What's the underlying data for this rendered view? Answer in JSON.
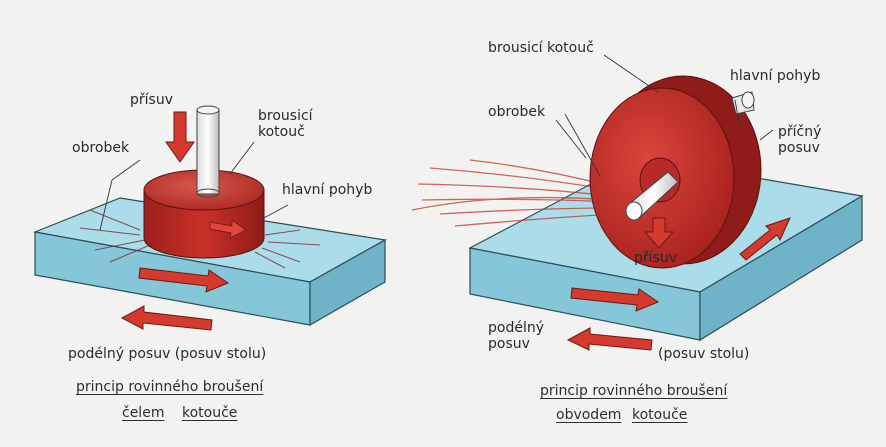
{
  "left_diagram": {
    "labels": {
      "prisuv": "přísuv",
      "brousici_kotouc": "brousicí\nkotouč",
      "obrobek": "obrobek",
      "hlavni_pohyb": "hlavní pohyb",
      "podelny_posuv": "podélný posuv (posuv stolu)"
    },
    "caption": {
      "line1": "princip rovinného broušení",
      "line2_a": "čelem",
      "line2_b": "kotouče"
    }
  },
  "right_diagram": {
    "labels": {
      "brousici_kotouc": "brousicí kotouč",
      "obrobek": "obrobek",
      "hlavni_pohyb": "hlavní pohyb",
      "pricny_posuv": "příčný\nposuv",
      "prisuv": "přísuv",
      "podelny_posuv": "podélný\nposuv",
      "posuv_stolu": "(posuv stolu)"
    },
    "caption": {
      "line1": "princip rovinného broušení",
      "line2_a": "obvodem",
      "line2_b": "kotouče"
    }
  },
  "colors": {
    "workpiece_top": "#a9dbea",
    "workpiece_side": "#7fc3d8",
    "wheel_red": "#c8322d",
    "arrow_red": "#d6392e"
  }
}
